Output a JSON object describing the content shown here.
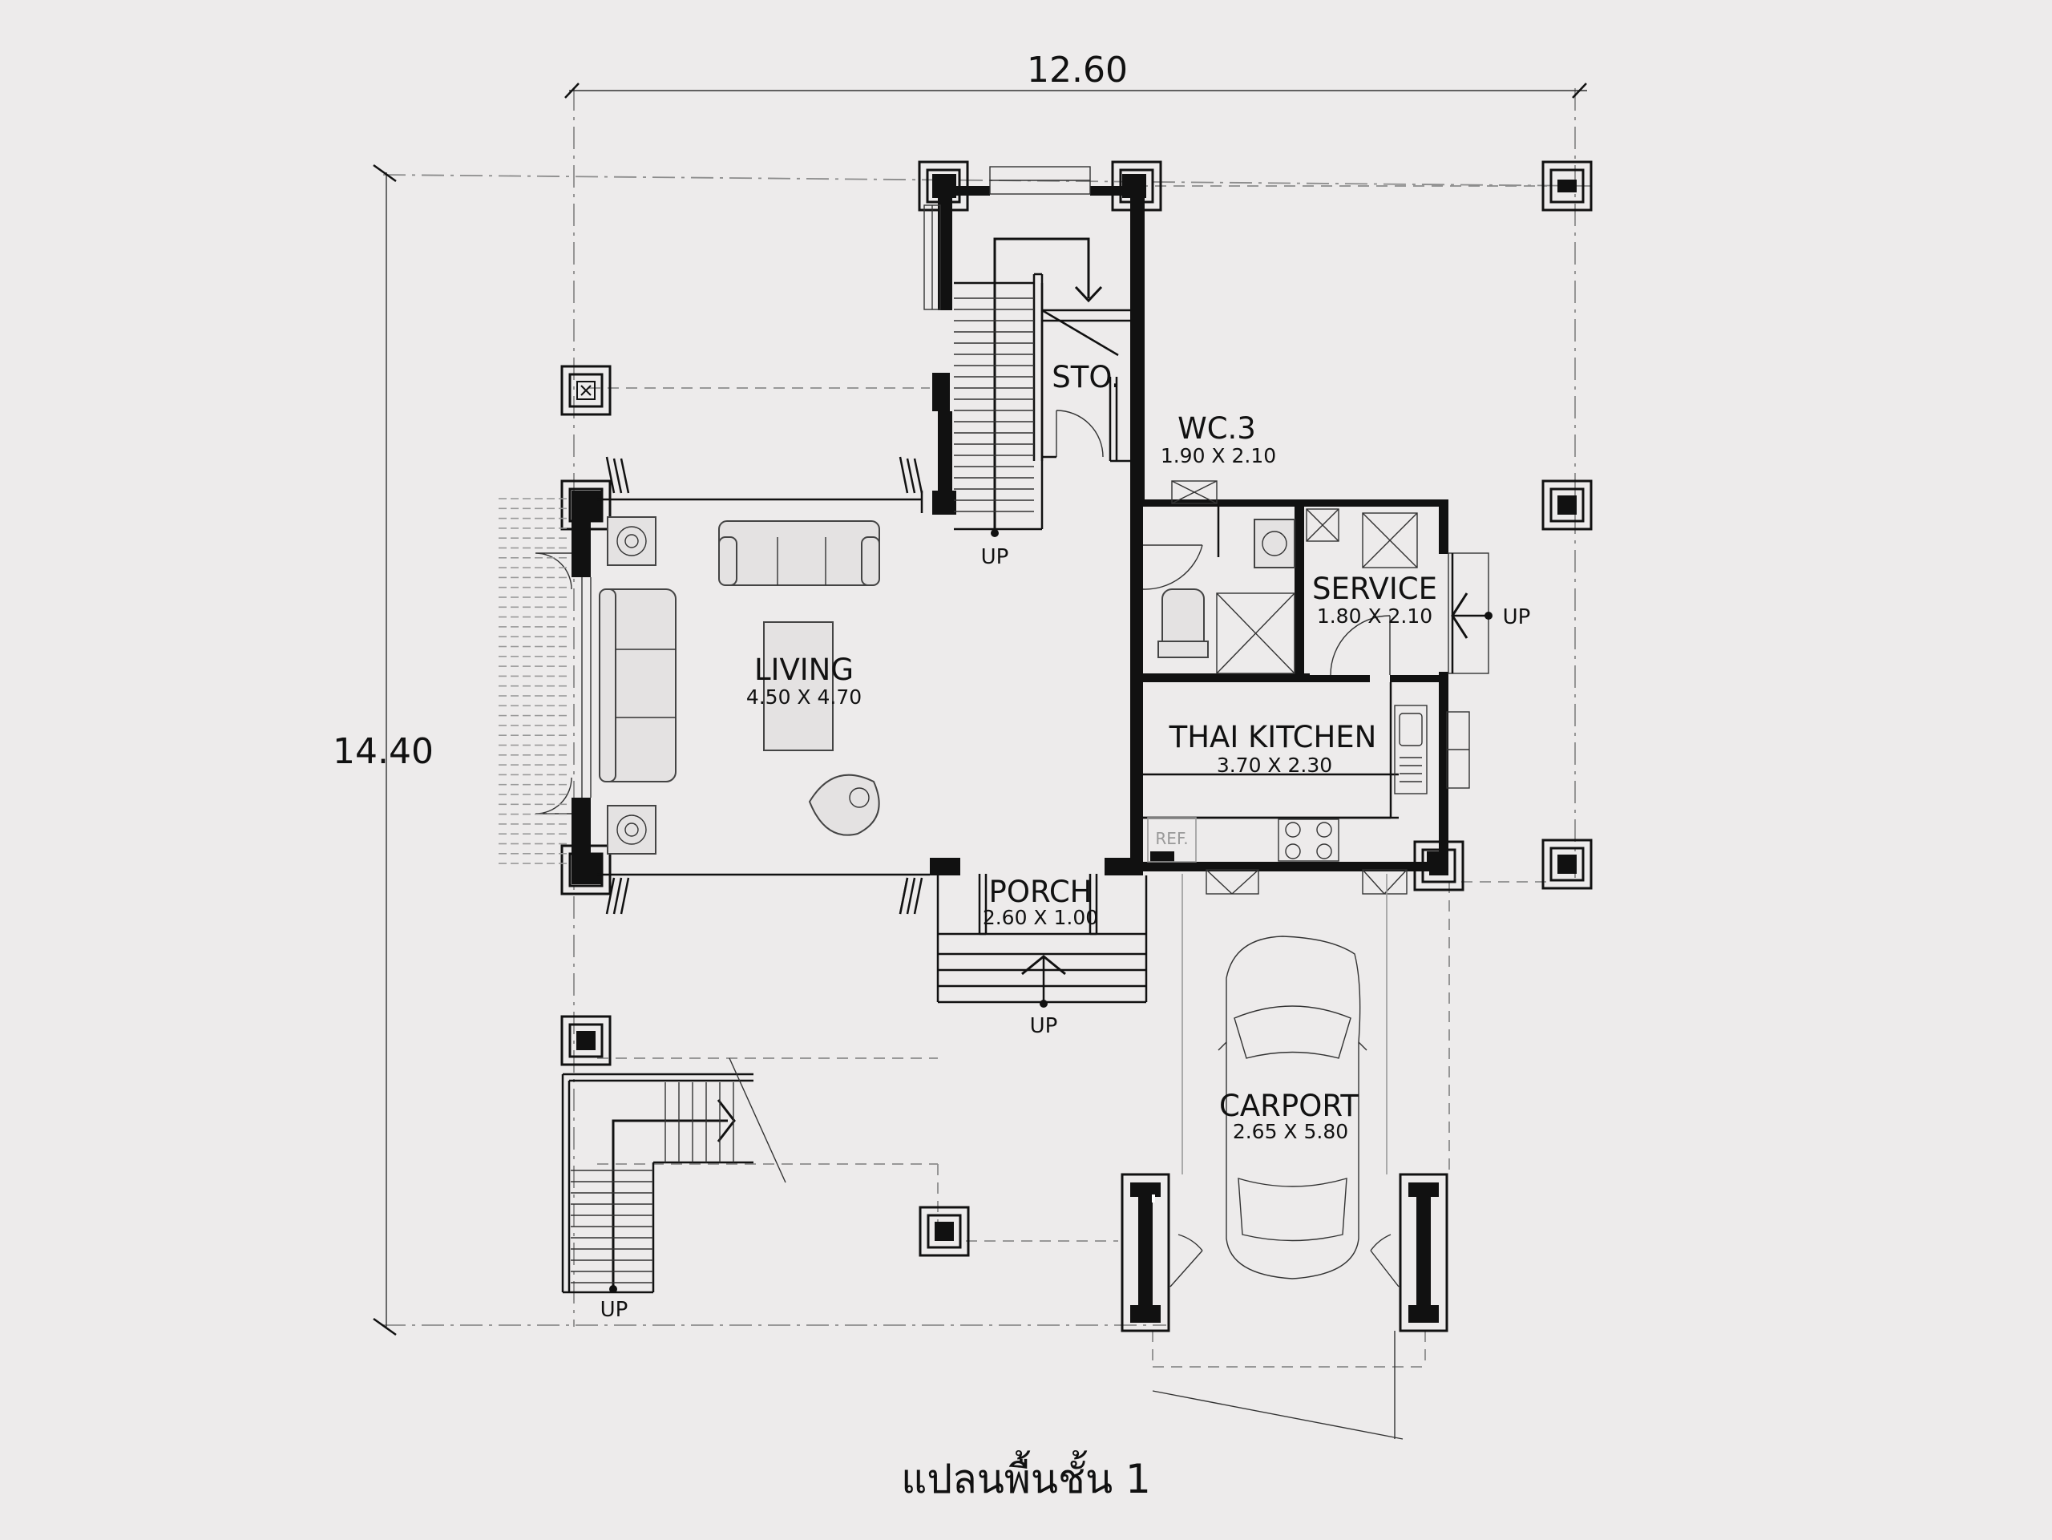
{
  "overall_dimensions": {
    "width_label": "12.60",
    "depth_label": "14.40"
  },
  "rooms": {
    "living": {
      "name": "LIVING",
      "size": "4.50 X 4.70"
    },
    "sto": {
      "name": "STO."
    },
    "wc3": {
      "name": "WC.3",
      "size": "1.90 X 2.10"
    },
    "service": {
      "name": "SERVICE",
      "size": "1.80 X 2.10"
    },
    "thai_kitchen": {
      "name": "THAI KITCHEN",
      "size": "3.70 X 2.30"
    },
    "porch": {
      "name": "PORCH",
      "size": "2.60 X 1.00"
    },
    "carport": {
      "name": "CARPORT",
      "size": "2.65 X 5.80"
    }
  },
  "appliance_labels": {
    "fridge": "REF."
  },
  "stair_labels": {
    "main_stair": "UP",
    "service_entry": "UP",
    "porch_steps": "UP",
    "outdoor_stair": "UP"
  },
  "caption": "แปลนพื้นชั้น 1",
  "colors": {
    "background": "#edebeb",
    "ink": "#111111",
    "grid_line": "#8c8c8c"
  }
}
